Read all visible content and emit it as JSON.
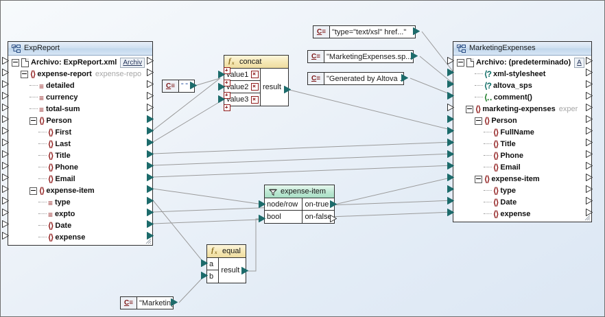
{
  "app": {
    "type": "data-mapping-diagram",
    "locale_label": "Archivo"
  },
  "source_component": {
    "title": "ExpReport",
    "title_icon": "schema-component-icon",
    "file_label": "Archivo: ExpReport.xml",
    "file_button": "Archiv",
    "rows": [
      {
        "label": "expense-report",
        "sub": "expense-repo",
        "icon": "element-icon",
        "indent": 1,
        "expander": true
      },
      {
        "label": "detailed",
        "icon": "attribute-icon",
        "indent": 2
      },
      {
        "label": "currency",
        "icon": "attribute-icon",
        "indent": 2
      },
      {
        "label": "total-sum",
        "icon": "attribute-icon",
        "indent": 2
      },
      {
        "label": "Person",
        "icon": "element-icon",
        "indent": 2,
        "expander": true
      },
      {
        "label": "First",
        "icon": "element-icon",
        "indent": 3
      },
      {
        "label": "Last",
        "icon": "element-icon",
        "indent": 3
      },
      {
        "label": "Title",
        "icon": "element-icon",
        "indent": 3
      },
      {
        "label": "Phone",
        "icon": "element-icon",
        "indent": 3
      },
      {
        "label": "Email",
        "icon": "element-icon",
        "indent": 3
      },
      {
        "label": "expense-item",
        "icon": "element-icon",
        "indent": 2,
        "expander": true
      },
      {
        "label": "type",
        "icon": "attribute-icon",
        "indent": 3
      },
      {
        "label": "expto",
        "icon": "attribute-icon",
        "indent": 3
      },
      {
        "label": "Date",
        "icon": "element-icon",
        "indent": 3
      },
      {
        "label": "expense",
        "icon": "element-icon",
        "indent": 3
      }
    ]
  },
  "target_component": {
    "title": "MarketingExpenses",
    "title_icon": "schema-component-icon",
    "file_label": "Archivo: (predeterminado)",
    "file_button": "A",
    "rows": [
      {
        "label": "xml-stylesheet",
        "icon": "processing-instruction-icon",
        "indent": 2
      },
      {
        "label": "altova_sps",
        "icon": "processing-instruction-icon",
        "indent": 2
      },
      {
        "label": "comment()",
        "icon": "comment-icon",
        "indent": 2
      },
      {
        "label": "marketing-expenses",
        "sub": "exper",
        "icon": "element-icon",
        "indent": 1,
        "expander": true
      },
      {
        "label": "Person",
        "icon": "element-icon",
        "indent": 2,
        "expander": true
      },
      {
        "label": "FullName",
        "icon": "element-icon",
        "indent": 3
      },
      {
        "label": "Title",
        "icon": "element-icon",
        "indent": 3
      },
      {
        "label": "Phone",
        "icon": "element-icon",
        "indent": 3
      },
      {
        "label": "Email",
        "icon": "element-icon",
        "indent": 3
      },
      {
        "label": "expense-item",
        "icon": "element-icon",
        "indent": 2,
        "expander": true
      },
      {
        "label": "type",
        "icon": "element-icon",
        "indent": 3
      },
      {
        "label": "Date",
        "icon": "element-icon",
        "indent": 3
      },
      {
        "label": "expense",
        "icon": "element-icon",
        "indent": 3
      }
    ]
  },
  "constants": [
    {
      "id": "const-stylesheet",
      "icon": "constant-icon",
      "icon_text": "C",
      "value": "\"type=\"text/xsl\" href...\""
    },
    {
      "id": "const-sps",
      "icon": "constant-icon",
      "icon_text": "C",
      "value": "\"MarketingExpenses.sp...\""
    },
    {
      "id": "const-comment",
      "icon": "constant-icon",
      "icon_text": "C",
      "value": "\"Generated by Altova ...\""
    },
    {
      "id": "const-space",
      "icon": "constant-icon",
      "icon_text": "C",
      "value": "\" \""
    },
    {
      "id": "const-marketing",
      "icon": "constant-icon",
      "icon_text": "C",
      "value": "\"Marketing\""
    }
  ],
  "functions": [
    {
      "id": "fn-concat",
      "name": "concat",
      "icon": "function-fx-icon",
      "inputs": [
        "value1",
        "value2",
        "value3"
      ],
      "outputs": [
        "result"
      ]
    },
    {
      "id": "fn-filter",
      "name": "expense-item",
      "icon": "filter-funnel-icon",
      "inputs": [
        "node/row",
        "bool"
      ],
      "outputs": [
        "on-true",
        "on-false"
      ]
    },
    {
      "id": "fn-equal",
      "name": "equal",
      "icon": "function-fx-icon",
      "inputs": [
        "a",
        "b"
      ],
      "outputs": [
        "result"
      ]
    }
  ],
  "colors": {
    "connector_filled": "#1c6b6b",
    "wire": "#9a9a9a",
    "element_icon": "#8f1b1b",
    "pi_icon": "#0a6a63",
    "comment_icon": "#13761f",
    "function_header": "#f5e7b4",
    "filter_header": "#bde8d3",
    "component_title": "#cfe0f1",
    "canvas_background": "#e3ecf6"
  }
}
